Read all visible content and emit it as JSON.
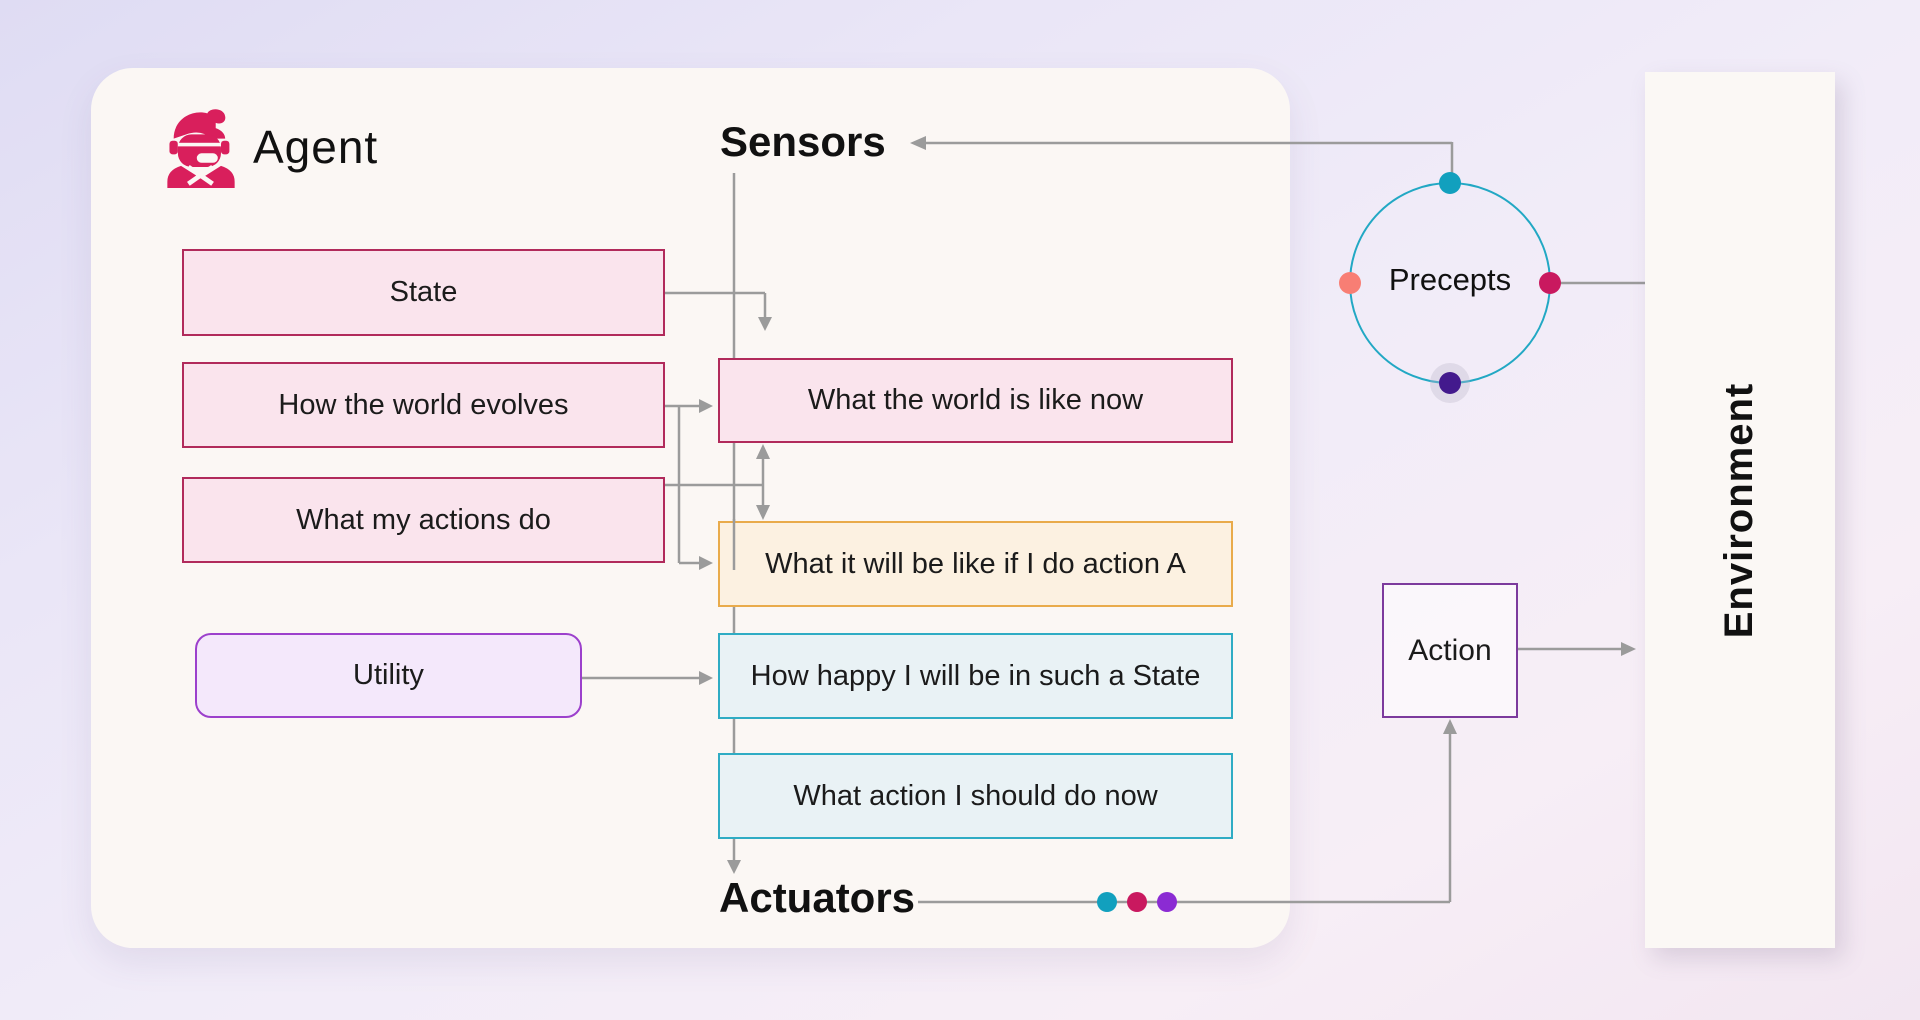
{
  "agent_panel": {
    "title": "Agent",
    "sensors_label": "Sensors",
    "actuators_label": "Actuators",
    "nodes": {
      "state": "State",
      "how_world_evolves": "How the world evolves",
      "what_actions_do": "What my actions do",
      "utility": "Utility",
      "world_now": "What the world is like now",
      "if_action_a": "What it will be like if I do action A",
      "how_happy": "How happy I will be in such a State",
      "action_now": "What action I should do now"
    }
  },
  "percept_loop": {
    "precepts_label": "Precepts",
    "action_label": "Action"
  },
  "environment_panel": {
    "label": "Environment"
  },
  "icons": {
    "agent_icon": "agent-person-icon"
  },
  "colors": {
    "agent_icon": "#d91f5c",
    "card_background": "#fbf7f4",
    "connector_gray": "#9b9b9b",
    "pink_box_fill": "#fae4ed",
    "pink_box_border": "#b12a5b",
    "yellow_box_fill": "#fcf1e1",
    "yellow_box_border": "#e9ab4b",
    "blue_box_fill": "#e9f2f5",
    "blue_box_border": "#2facc4",
    "purple_box_fill": "#f4e8fb",
    "purple_box_border": "#9c40cc",
    "action_box_border": "#7c3a9d",
    "precepts_circle": "#22a8c4",
    "dot_teal": "#12a0be",
    "dot_salmon": "#f87e74",
    "dot_crimson": "#c9195f",
    "dot_dark_purple": "#431a8d",
    "dot_violet": "#8b2bd3"
  }
}
